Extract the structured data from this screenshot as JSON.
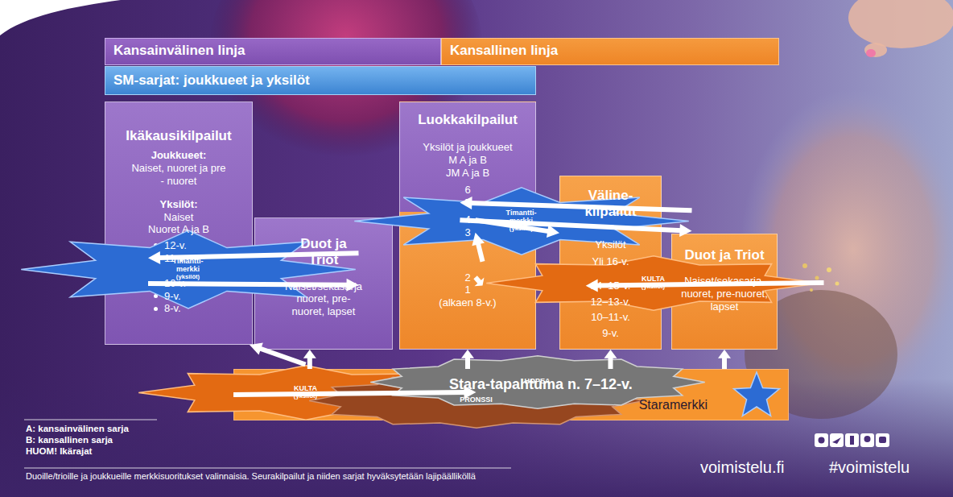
{
  "diagram": {
    "nodes": [
      {
        "text": [
          "Kansainvälinen linja"
        ]
      },
      {
        "text": [
          "Kansallinen linja"
        ]
      },
      {
        "text": [
          "SM-sarjat: joukkueet ja yksilöt"
        ]
      },
      {
        "text": [
          "Ikäkausikilpailut",
          "Joukkueet:",
          "Naiset, nuoret ja pre - nuoret",
          "Yksilöt:",
          "Naiset",
          "Nuoret A ja B",
          "12-v.",
          "11-v.",
          "10 v.",
          "9-v.",
          "8-v."
        ]
      },
      {
        "text": [
          "Timantti-merkki",
          "(yksilöt)"
        ]
      },
      {
        "text": [
          "Duot ja Triot",
          "Naiset/sekasarja nuoret, pre-nuoret, lapset"
        ]
      },
      {
        "text": [
          "Luokkakilpailut",
          "Yksilöt ja joukkueet",
          "M A ja B",
          "JM A ja B",
          "6",
          "5",
          "4",
          "3",
          "2",
          "1",
          "(alkaen 8-v.)"
        ]
      },
      {
        "text": [
          "Timantti-merkki",
          "(yksilöt)"
        ]
      },
      {
        "text": [
          "KULTA",
          "(yksilöt)"
        ]
      },
      {
        "text": [
          "Väline-kilpailut",
          "Yksilöt",
          "Yli 16-v.",
          "14–15-v.",
          "12–13-v.",
          "10–11-v.",
          "9-v."
        ]
      },
      {
        "text": [
          "Duot ja Triot",
          "Naiset/sekasarja, nuoret, pre-nuoret, lapset"
        ]
      },
      {
        "text": [
          "KULTA",
          "(yksilöt)"
        ]
      },
      {
        "text": [
          "PRONSSI"
        ]
      },
      {
        "text": [
          "HOPEA"
        ]
      },
      {
        "text": [
          "Stara-tapahtuma n. 7–12-v.",
          "Staramerkki"
        ]
      }
    ],
    "edges": [
      {
        "from": 4,
        "to": 3,
        "arrow": "to"
      },
      {
        "from": 3,
        "to": 4,
        "arrow": "to"
      },
      {
        "from": 11,
        "to": 3,
        "arrow": "to"
      },
      {
        "from": 14,
        "to": 11,
        "arrow": "to"
      },
      {
        "from": 14,
        "to": 5,
        "arrow": "to"
      },
      {
        "from": 14,
        "to": 6,
        "arrow": "to"
      },
      {
        "from": 14,
        "to": 9,
        "arrow": "to"
      },
      {
        "from": 14,
        "to": 10,
        "arrow": "to"
      },
      {
        "from": 7,
        "to": 6,
        "arrow": "to"
      },
      {
        "from": 6,
        "to": 7,
        "arrow": "to"
      },
      {
        "from": 6,
        "to": 8,
        "arrow": "to"
      },
      {
        "from": 8,
        "to": 6,
        "arrow": "to"
      },
      {
        "from": 8,
        "to": 9,
        "arrow": "to"
      },
      {
        "from": 6,
        "to": 9,
        "arrow": "to"
      }
    ],
    "labels": [
      "A: kansainvälinen sarja",
      "B: kansallinen sarja",
      "HUOM! Ikärajat",
      "Duoille/trioille ja joukkueille merkkisuoritukset valinnaisia. Seurakilpailut ja niiden sarjat hyväksytetään lajipäälliköllä",
      "voimistelu.fi",
      "#voimistelu"
    ]
  }
}
